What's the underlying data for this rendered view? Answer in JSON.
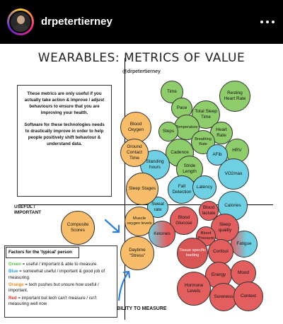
{
  "header": {
    "username": "drpetertierney"
  },
  "post": {
    "title": "WEARABLES: METRICS OF VALUE",
    "handle": "@drpetertierney",
    "info_p1": "These metrics are only useful if you actually take action & improve / adjust behaviours to ensure that you are improving your health.",
    "info_p2": "Software for these technologies needs to drastically improve in order to help people positively shift behaviour & understand data.",
    "useful_label": "USEFUL / IMPORTANT",
    "ability_label": "ABILITY TO MEASURE",
    "factors_title": "Factors for the 'typical' person",
    "factors": {
      "green_word": "Green",
      "green_text": " = useful / important & able to measure.",
      "blue_word": "Blue",
      "blue_text": " = somewhat useful / important & good job of measuring.",
      "orange_word": "Orange",
      "orange_text": " = tech pushes but unsure how useful / important.",
      "red_word": "Red",
      "red_text": " = important but tech can't measure / isn't measuring well now"
    }
  },
  "colors": {
    "green": "#8fcc6b",
    "blue": "#6fd0e3",
    "orange": "#f7bd6a",
    "red": "#e35f5f",
    "arrow": "#2a7fd8"
  },
  "bubbles": {
    "time": "Time",
    "resting_hr": "Resting Heart Rate",
    "pace": "Pace",
    "total_sleep": "Total Sleep Time",
    "temperature": "Temperature",
    "steps": "Steps",
    "heart_rate": "Heart Rate",
    "breathing_rate": "Breathing Rate",
    "cadence": "Cadence",
    "afib": "AFib",
    "hrv": "HRV",
    "stride_length": "Stride Length",
    "vo2max": "VO2max",
    "blood_oxygen": "Blood Oxygen",
    "ground_contact": "Ground Contact Time",
    "standing_hours": "Standing hours",
    "fall_detection": "Fall Detection",
    "latency": "Latency",
    "sleep_stages": "Sleep Stages",
    "calories": "Calories",
    "sweat_rate": "Sweat rate",
    "blood_lactate": "Blood lactate",
    "blood_glucose": "Blood Glucose",
    "sleep_quality": "Sleep quality",
    "muscle_oxygen": "Muscle oxygen levels",
    "ketones": "Ketones",
    "blood_pressure": "Blood Pressure",
    "composite": "Composite Scores",
    "tissue_loading": "Tissue specific loading",
    "cortisol": "Cortisol",
    "fatigue": "Fatigue",
    "daytime_stress": "Daytime \"Stress\"",
    "energy": "Energy",
    "mood": "Mood",
    "hormone": "Hormone Levels",
    "soreness": "Soreness",
    "context": "Context"
  }
}
